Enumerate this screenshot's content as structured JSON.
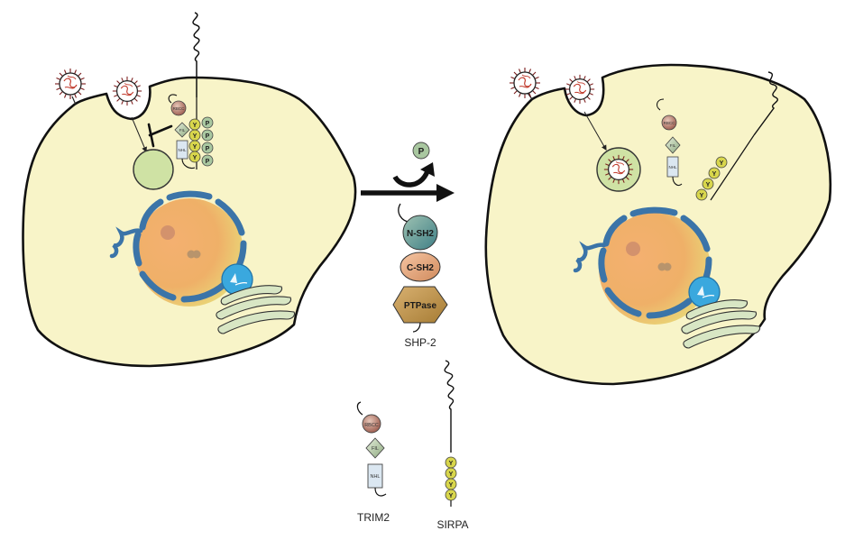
{
  "labels": {
    "shp2": "SHP-2",
    "trim2": "TRIM2",
    "sirpa": "SIRPA"
  },
  "shp2_domains": {
    "n_sh2": "N-SH2",
    "c_sh2": "C-SH2",
    "ptpase": "PTPase"
  },
  "trim2_domains": {
    "rbcc": "RBCC",
    "fil": "FIL",
    "nhl": "NHL"
  },
  "phospho_label": "P",
  "tyrosine_label": "Y",
  "colors": {
    "cell_fill": "#f8f4c8",
    "nucleus_fill": "#f1a868",
    "nuclear_envelope": "#3b74a8",
    "phagosome": "#cfe2a4",
    "golgi": "#d8e6c4",
    "mitochondrion": "#3aa8de",
    "sirpa_bead": "#d8d64c",
    "phospho_bead": "#a9c7a0"
  }
}
